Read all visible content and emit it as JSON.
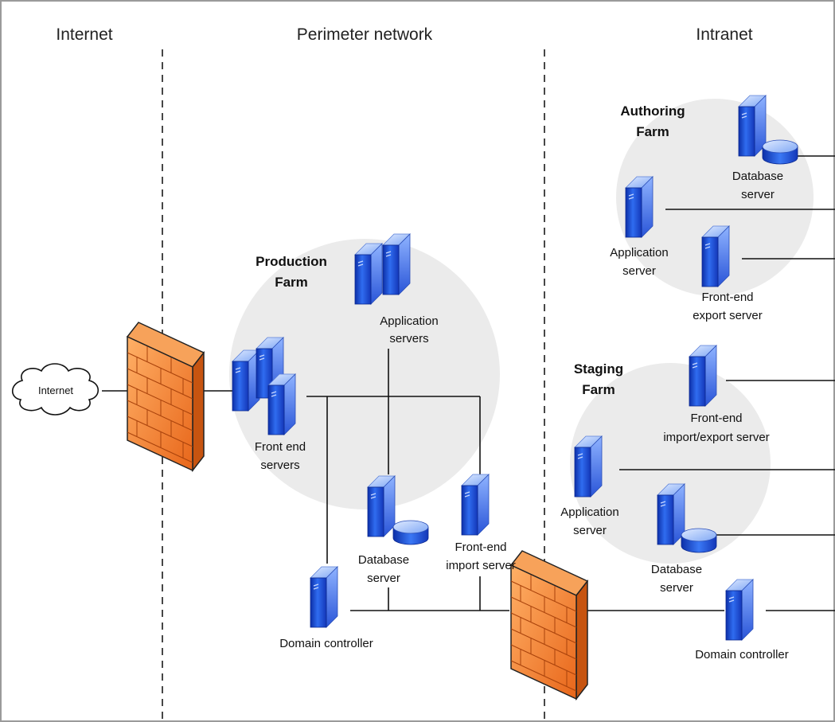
{
  "zones": {
    "internet": "Internet",
    "perimeter": "Perimeter network",
    "intranet": "Intranet"
  },
  "cloud_label": "Internet",
  "production": {
    "title_line1": "Production",
    "title_line2": "Farm",
    "app_servers": [
      "Application",
      "servers"
    ],
    "front_end": [
      "Front end",
      "servers"
    ],
    "db_server": [
      "Database",
      "server"
    ],
    "import_server": [
      "Front-end",
      "import server"
    ],
    "domain_controller": "Domain controller"
  },
  "authoring": {
    "title_line1": "Authoring",
    "title_line2": "Farm",
    "db_server": [
      "Database",
      "server"
    ],
    "app_server": [
      "Application",
      "server"
    ],
    "export_server": [
      "Front-end",
      "export server"
    ]
  },
  "staging": {
    "title_line1": "Staging",
    "title_line2": "Farm",
    "import_export_server": [
      "Front-end",
      "import/export server"
    ],
    "app_server": [
      "Application",
      "server"
    ],
    "db_server": [
      "Database",
      "server"
    ]
  },
  "intranet_domain_controller": "Domain controller",
  "colors": {
    "server_blue": "#1f4fd6",
    "server_light": "#9fc0ff",
    "firewall_orange": "#f07b1e",
    "farm_bg": "#ebebeb"
  }
}
